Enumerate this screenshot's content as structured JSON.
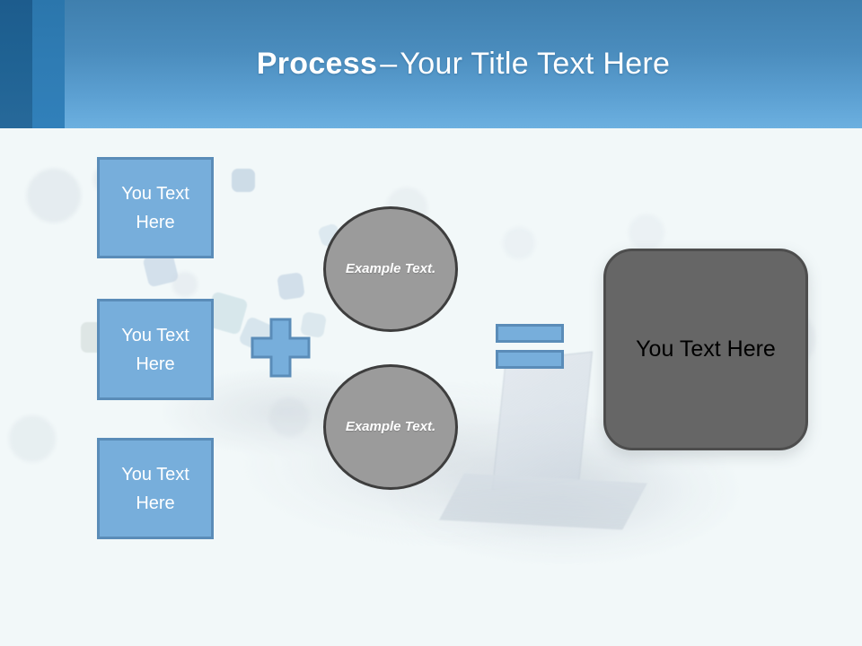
{
  "slide": {
    "background_color": "#f2f8f9",
    "header": {
      "title_bold": "Process",
      "title_separator": "–",
      "title_rest": "Your Title Text Here",
      "accent_dark": "#1f6293",
      "accent_mid": "#2f7cb4",
      "accent_main": "#5ca0d2",
      "text_color": "#ffffff"
    },
    "inputs": {
      "box_fill": "#77aedb",
      "box_border": "#5a8cb8",
      "items": [
        {
          "label": "You Text Here"
        },
        {
          "label": "You Text Here"
        },
        {
          "label": "You Text Here"
        }
      ]
    },
    "operator_plus": {
      "symbol": "+",
      "fill": "#77aedb",
      "border": "#5a8cb8"
    },
    "operator_equals": {
      "symbol": "=",
      "fill": "#77aedb",
      "border": "#5a8cb8"
    },
    "circles": {
      "fill": "#9b9b9b",
      "border": "#3e3e3e",
      "items": [
        {
          "label": "Example Text."
        },
        {
          "label": "Example Text."
        }
      ]
    },
    "result": {
      "label": "You Text Here",
      "fill": "#666666",
      "border": "#4d4d4d",
      "text_color": "#000000"
    }
  }
}
